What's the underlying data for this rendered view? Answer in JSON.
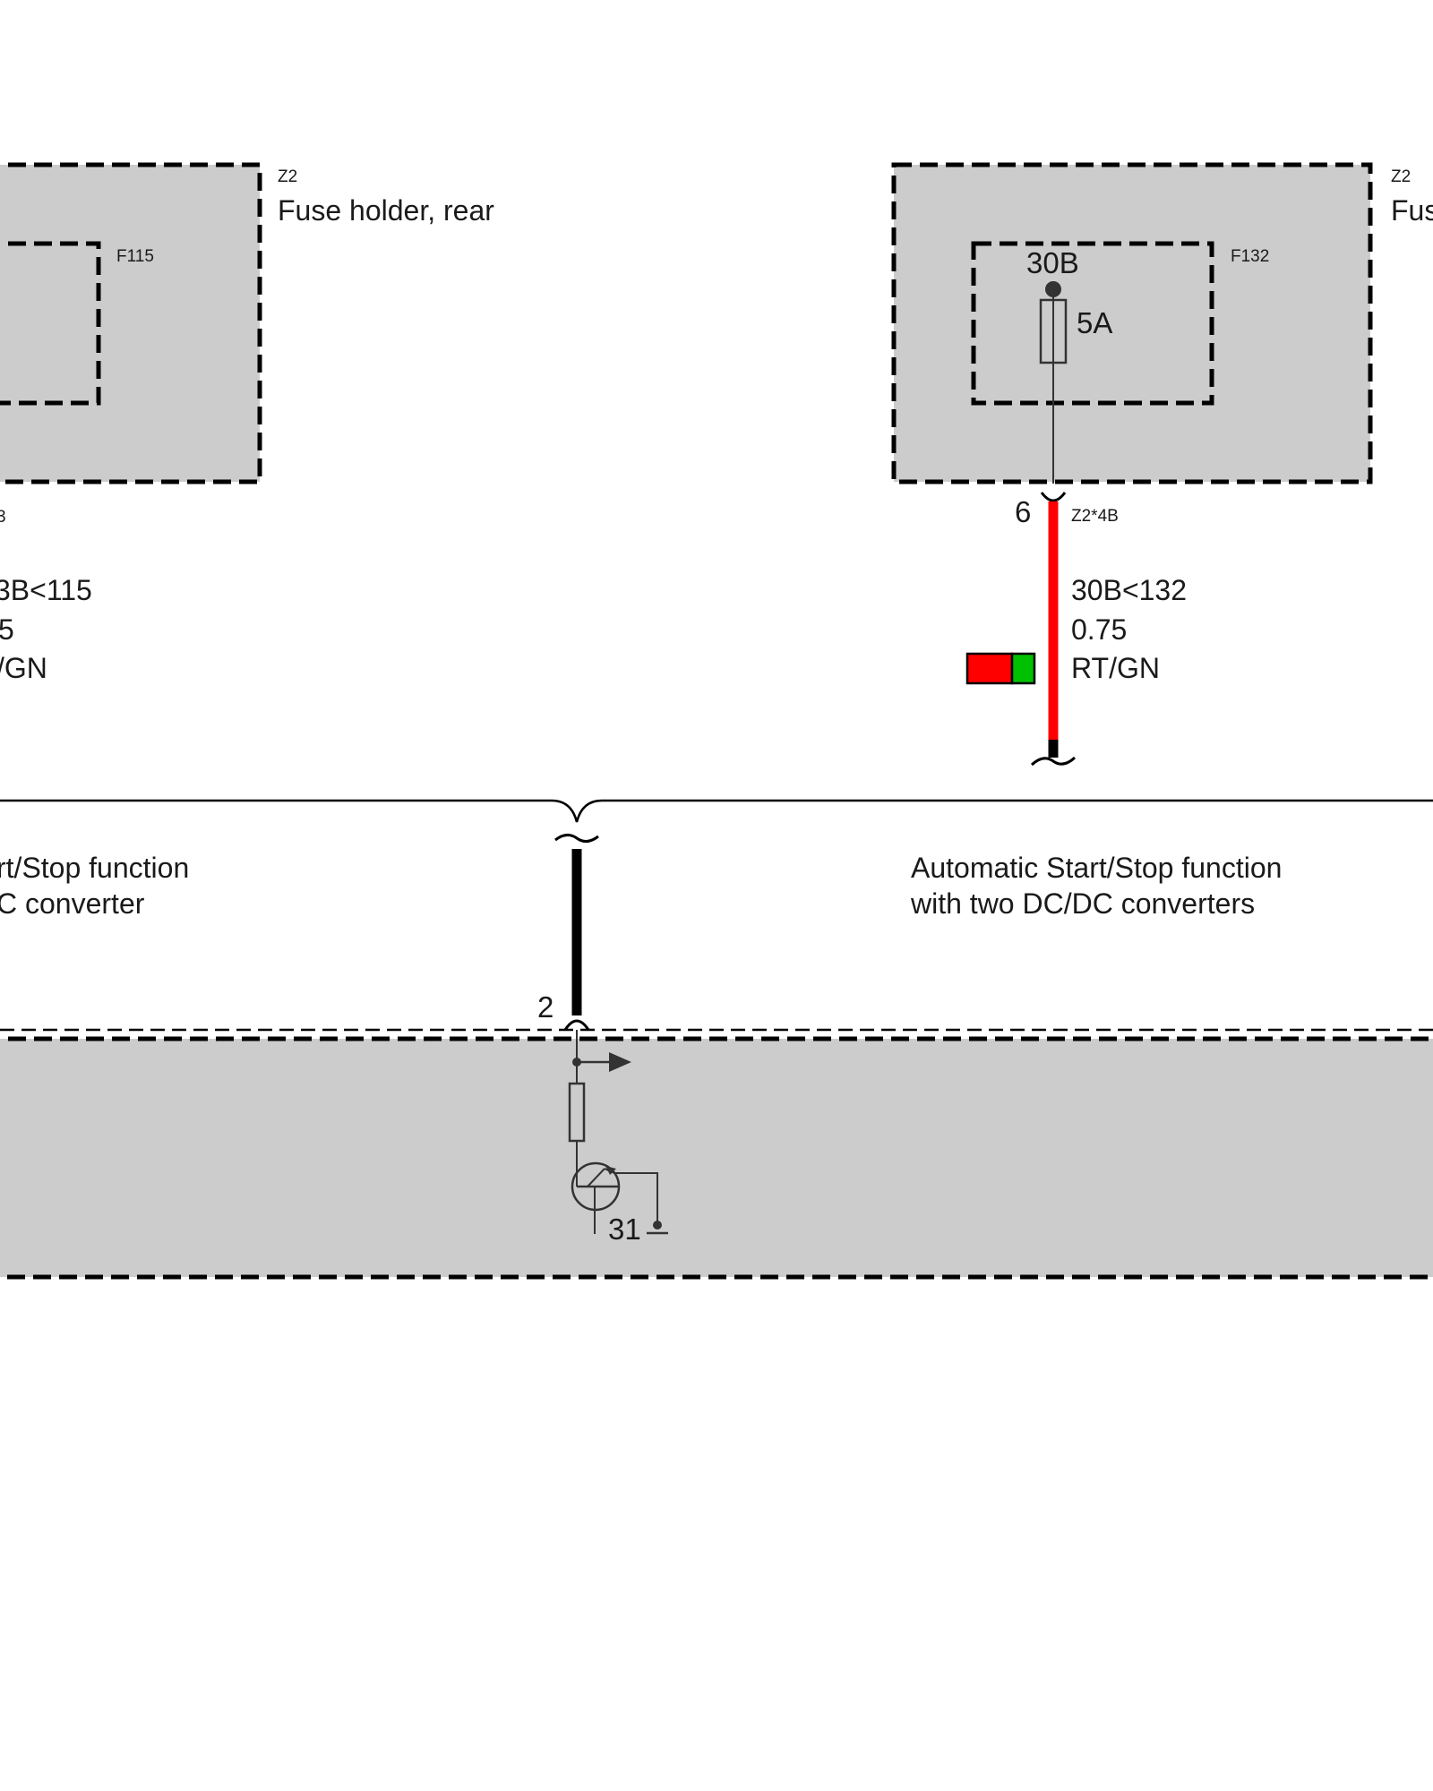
{
  "left_fuse_holder": {
    "ref": "Z2",
    "name": "Fuse holder, rear",
    "fuse_ref": "F115",
    "connector_fragment": "3",
    "wire": {
      "circuit": "3B<115",
      "gauge": "5",
      "color_code": "/GN"
    }
  },
  "right_fuse_holder": {
    "ref": "Z2",
    "name": "Fus",
    "fuse_ref": "F132",
    "terminal": "30B",
    "rating": "5A",
    "pin": "6",
    "connector": "Z2*4B",
    "wire": {
      "circuit": "30B<132",
      "gauge": "0.75",
      "color_code": "RT/GN",
      "main_color": "#ff0000",
      "stripe_color": "#00c000"
    }
  },
  "variants": {
    "left_line1": "rt/Stop function",
    "left_line2": "C converter",
    "right_line1": "Automatic Start/Stop function",
    "right_line2": "with two DC/DC converters"
  },
  "control_unit": {
    "pin": "2",
    "ground_terminal": "31"
  },
  "colors": {
    "housing_fill": "#cccccc",
    "wire_red": "#ff0000",
    "wire_green": "#00c000",
    "line": "#000000"
  }
}
